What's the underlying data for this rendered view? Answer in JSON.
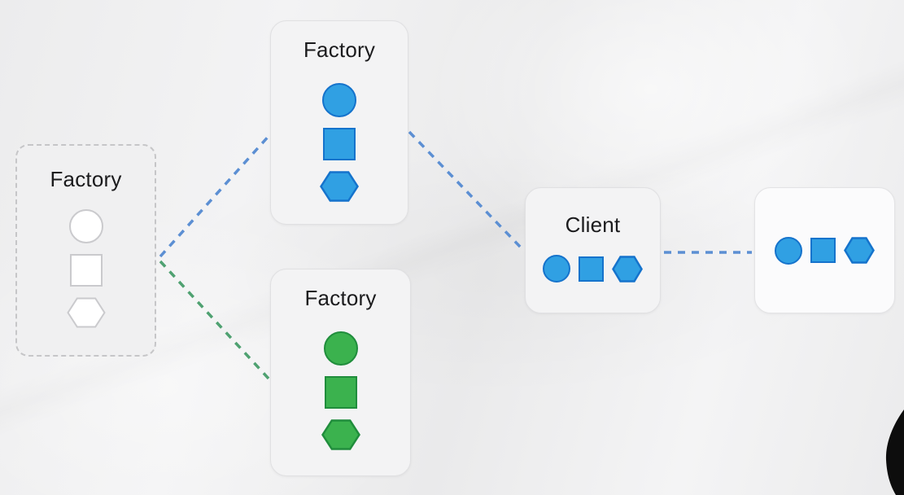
{
  "nodes": {
    "factory_abstract": {
      "label": "Factory",
      "style": "dashed",
      "shapes": [
        "circle",
        "square",
        "hexagon"
      ],
      "shape_color": "white"
    },
    "factory_blue": {
      "label": "Factory",
      "style": "solid",
      "shapes": [
        "circle",
        "square",
        "hexagon"
      ],
      "shape_color": "blue"
    },
    "factory_green": {
      "label": "Factory",
      "style": "solid",
      "shapes": [
        "circle",
        "square",
        "hexagon"
      ],
      "shape_color": "green"
    },
    "client": {
      "label": "Client",
      "style": "solid",
      "shapes": [
        "circle",
        "square",
        "hexagon"
      ],
      "shape_color": "blue"
    },
    "products": {
      "label": "",
      "style": "solid",
      "shapes": [
        "circle",
        "square",
        "hexagon"
      ],
      "shape_color": "blue"
    }
  },
  "connectors": [
    {
      "from": "factory_abstract",
      "to": "factory_blue",
      "style": "dashed",
      "color": "#5c8fd3"
    },
    {
      "from": "factory_abstract",
      "to": "factory_green",
      "style": "dashed",
      "color": "#4fa171"
    },
    {
      "from": "factory_blue",
      "to": "client",
      "style": "dashed",
      "color": "#5c8fd3"
    },
    {
      "from": "client",
      "to": "products",
      "style": "dashed",
      "color": "#5c8fd3"
    }
  ],
  "colors": {
    "blue_fill": "#30a0e3",
    "blue_stroke": "#1573cc",
    "green_fill": "#3bb24e",
    "green_stroke": "#208d3c",
    "white_fill": "#ffffff",
    "white_stroke": "#cacacd",
    "connector_blue": "#5c8fd3",
    "connector_green": "#4fa171",
    "node_background": "#f3f3f4",
    "node_border": "#e0e0e2",
    "text": "#1b1b1d",
    "page_background": "#ededee",
    "silhouette": "#0d0d0d"
  }
}
